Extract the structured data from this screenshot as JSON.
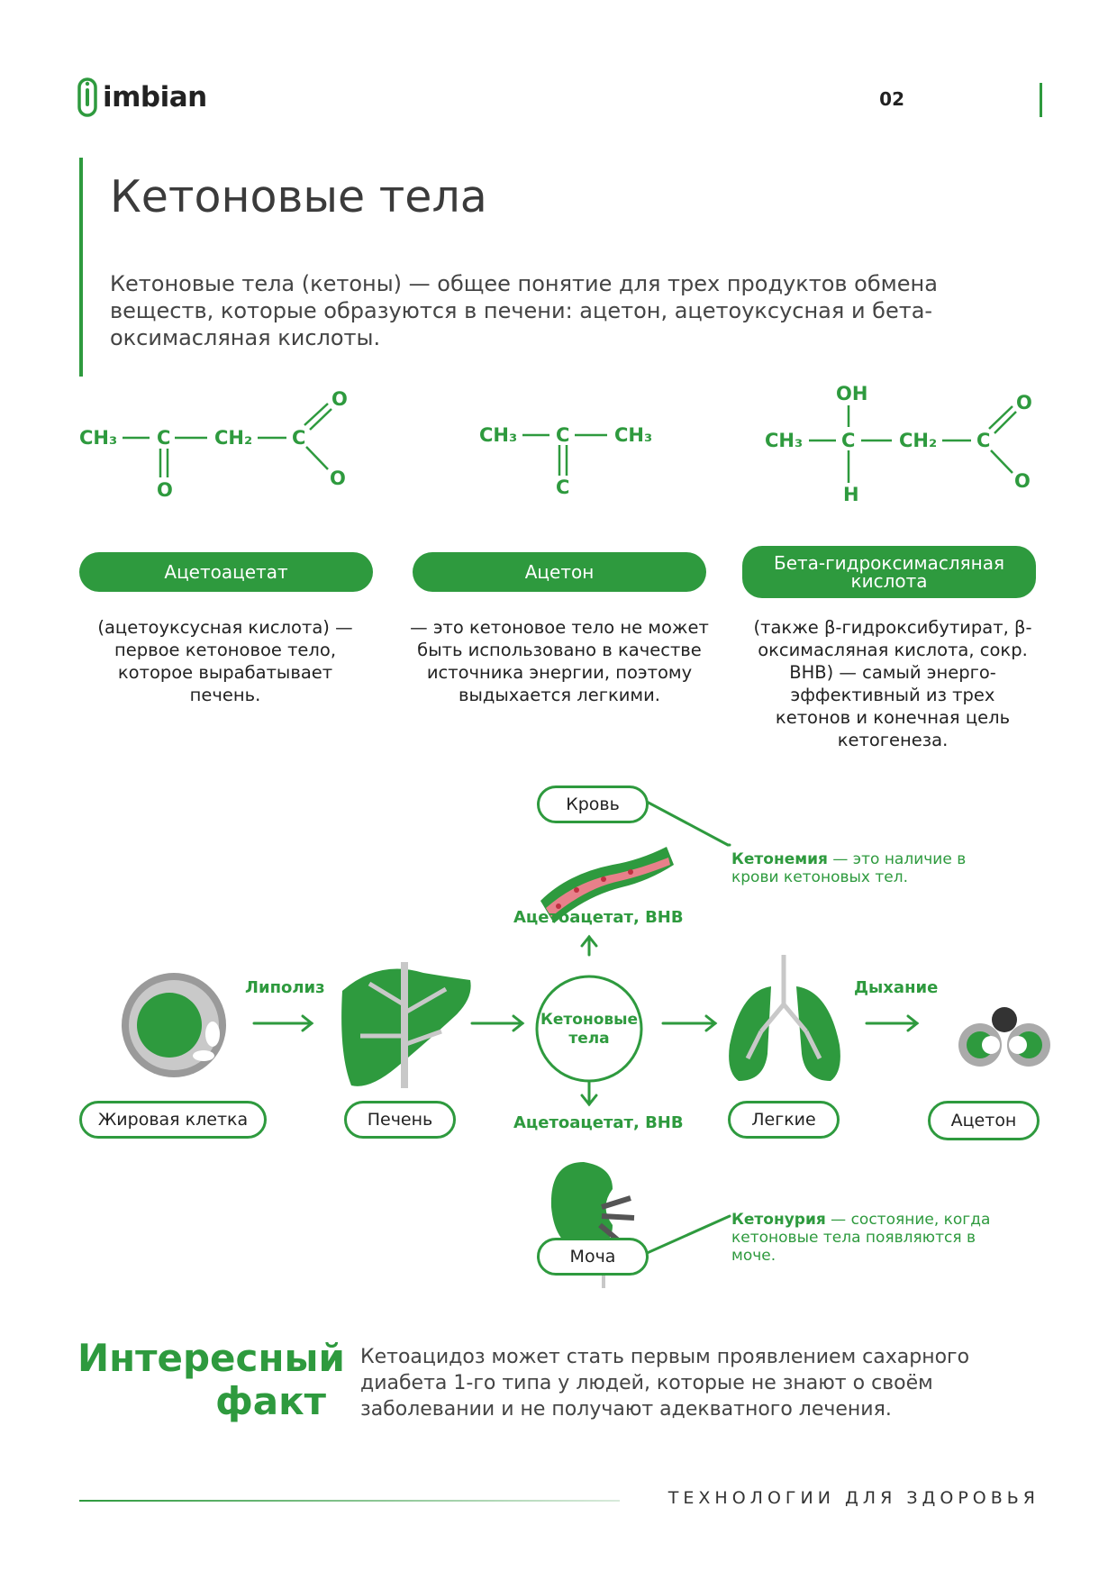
{
  "brand": {
    "name": "imbian"
  },
  "page_number": "02",
  "title": "Кетоновые тела",
  "intro": "Кетоновые тела (кетоны) — общее понятие для трех продуктов обмена веществ, которые образуются в печени: ацетон, ацетоуксусная и бета-оксимасляная кислоты.",
  "ketones": [
    {
      "name": "Ацетоацетат",
      "description": "(ацетоуксусная кислота) — первое кетоновое тело, которое вырабатывает печень."
    },
    {
      "name": "Ацетон",
      "description": "— это кетоновое тело не может быть использовано в качестве источника энергии, поэтому выдыхается легкими."
    },
    {
      "name": "Бета-гидроксимасляная кислота",
      "description": "(также β-гидроксибутират, β-оксимасляная кислота, сокр. BHB) — самый энерго-эффективный из трех кетонов и конечная цель кетогенеза."
    }
  ],
  "formula_labels": {
    "ch3": "CH₃",
    "ch2": "CH₂",
    "c": "C",
    "o": "O",
    "oh": "OH",
    "h": "H"
  },
  "flow": {
    "nodes": {
      "fat_cell": "Жировая клетка",
      "liver": "Печень",
      "ketone_bodies": "Кетоновые тела",
      "lungs": "Легкие",
      "acetone": "Ацетон",
      "blood": "Кровь",
      "urine": "Моча"
    },
    "arrows": {
      "lipolysis": "Липолиз",
      "breathing": "Дыхание",
      "to_blood": "Ацетоацетат, ВНВ",
      "to_urine": "Ацетоацетат, ВНВ"
    },
    "notes": {
      "ketonemia_term": "Кетонемия",
      "ketonemia_text": " — это наличие в крови кетоновых тел.",
      "ketonuria_term": "Кетонурия",
      "ketonuria_text": " — состояние, когда кетоновые тела появляются в моче."
    }
  },
  "fact": {
    "title_line1": "Интересный",
    "title_line2": "факт",
    "text": "Кетоацидоз может стать первым проявлением сахарного диабета 1-го типа у людей, которые не знают о своём заболевании и не получают адекватного лечения."
  },
  "footer": "ТЕХНОЛОГИИ ДЛЯ ЗДОРОВЬЯ",
  "colors": {
    "accent": "#2e9a3e",
    "text": "#3a3a3a"
  }
}
